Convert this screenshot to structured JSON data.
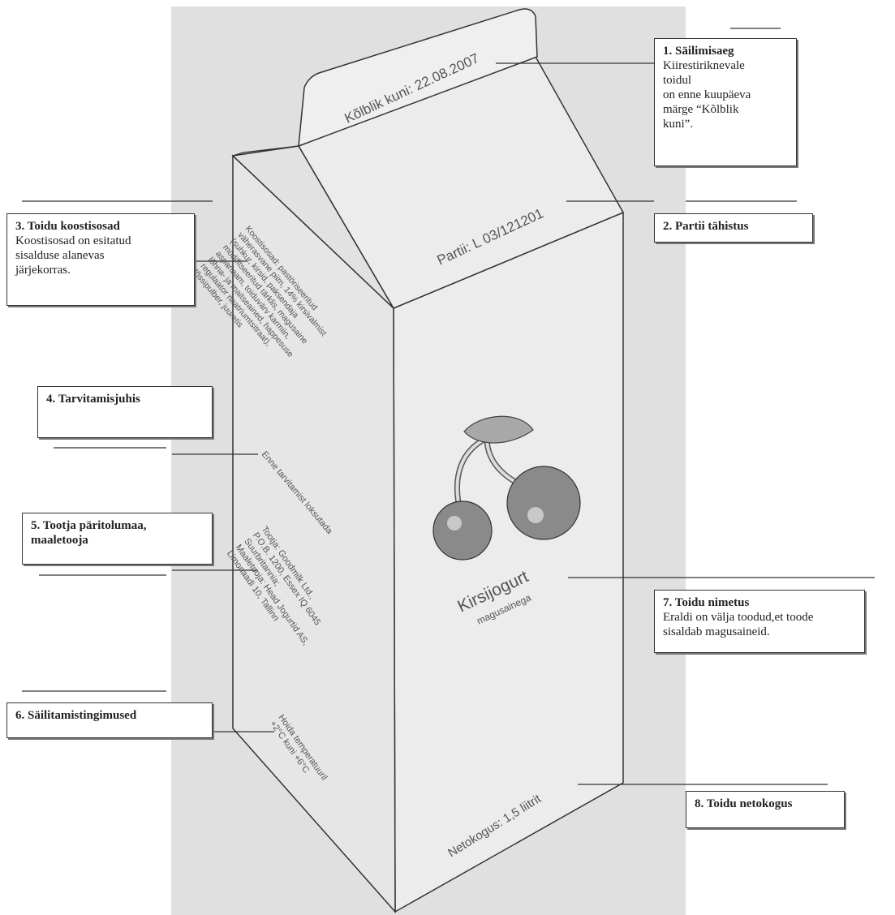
{
  "carton": {
    "top_text": "Kõlblik kuni: 22.08.2007",
    "batch_text": "Partii: L 03/121201",
    "ingredients": [
      "Koostisosad: pastöriseeritud",
      "väherasvane piim, 14% kirsivalmist",
      "(suhkur, kirsid, paksendaja",
      "modifitseeritud tärklis, magusaine",
      "aspartaam, toiduvärv karmiin,",
      "lõhna- ja maitseained, happesuse",
      "regulaator naatriumtsitraat),",
      "lõssipulber, juuretis"
    ],
    "usage": "Enne tarvitamist loksutada",
    "producer": [
      "Tootja: Goodmilk Ltd.,",
      "P.O.B. 1200, Essex IQ 6045",
      "Suurbritannia;",
      "Maaletooja: Head Jogurtid AS,",
      "Limonaadi 10, Tallinn"
    ],
    "storage": [
      "Hoida temperatuuril",
      "+2°C kuni +6°C"
    ],
    "product_name": "Kirsijogurt",
    "product_sub": "magusainega",
    "net_text": "Netokogus: 1,5 liitrit"
  },
  "labels": {
    "l1": {
      "title": "1. Säilimisaeg",
      "desc": "Kiirestiriknevale\ntoidul\non enne kuupäeva\nmärge “Kõlblik\nkuni”."
    },
    "l2": {
      "title": "2. Partii tähistus"
    },
    "l3": {
      "title": "3. Toidu koostisosad",
      "desc": "Koostisosad on esitatud\nsisalduse alanevas\njärjekorras."
    },
    "l4": {
      "title": "4. Tarvitamisjuhis"
    },
    "l5": {
      "title": "5. Tootja päritolumaa,\nmaaletooja"
    },
    "l6": {
      "title": "6. Säilitamistingimused"
    },
    "l7": {
      "title": "7. Toidu nimetus",
      "desc": "Eraldi on välja toodud,et toode\nsisaldab magusaineid."
    },
    "l8": {
      "title": "8. Toidu netokogus"
    }
  },
  "colors": {
    "background": "#e0e0e0",
    "carton": "#ececec",
    "cherry": "#8a8a8a"
  }
}
